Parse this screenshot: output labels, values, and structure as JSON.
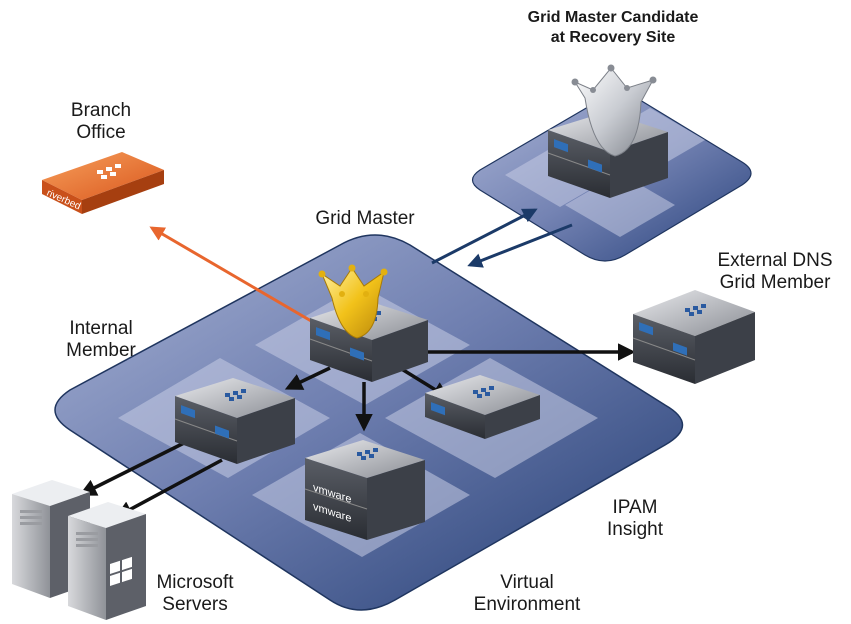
{
  "labels": {
    "candidate": "Grid Master Candidate\nat Recovery Site",
    "branch": "Branch\nOffice",
    "grid_master": "Grid Master",
    "external_dns": "External DNS\nGrid Member",
    "internal_member": "Internal\nMember",
    "ipam": "IPAM\nInsight",
    "microsoft": "Microsoft\nServers",
    "virtual": "Virtual\nEnvironment"
  },
  "brand": {
    "branch_device": "riverbed",
    "vm_label": "vmware"
  },
  "colors": {
    "platform_dark": "#2f4a80",
    "platform_light": "#8e9cc6",
    "tile": "#c6cce4",
    "orange_arrow": "#e8662e",
    "navy_arrow": "#1b3a68",
    "black_arrow": "#111111",
    "gold_crown": "#f2c21a",
    "silver_crown": "#c9ccd2"
  },
  "icons": [
    "crown-icon",
    "server-icon",
    "appliance-icon",
    "windows-server-icon",
    "arrow-icon"
  ]
}
